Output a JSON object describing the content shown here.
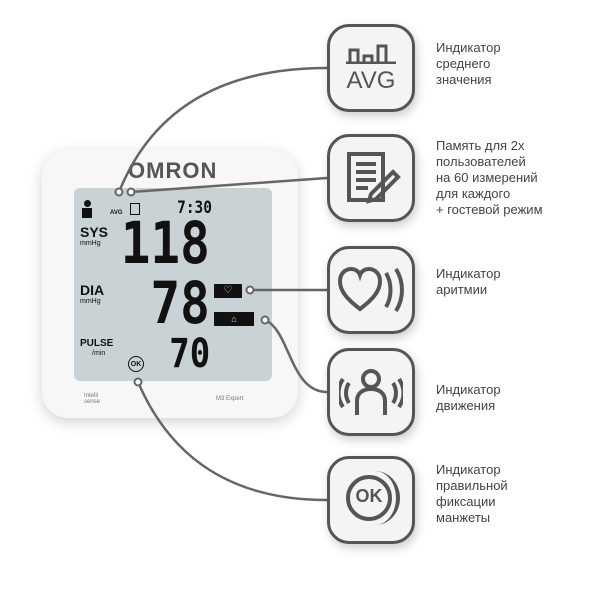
{
  "device": {
    "brand": "OMRON",
    "time": "7:30",
    "sys_label": "SYS",
    "sys_unit": "mmHg",
    "sys_value": "118",
    "dia_label": "DIA",
    "dia_unit": "mmHg",
    "dia_value": "78",
    "pulse_label": "PULSE",
    "pulse_unit": "/min",
    "pulse_value": "70",
    "avg_small": "AVG",
    "ok_small": "OK",
    "intelli": "Intelli sense",
    "model": "M3 Expert"
  },
  "features": [
    {
      "icon": "avg-icon",
      "icon_text": "AVG",
      "caption": [
        "Индикатор",
        "среднего",
        "значения"
      ]
    },
    {
      "icon": "memory-note-icon",
      "caption": [
        "Память для 2х",
        "пользователей",
        "на 60 измерений",
        "для каждого",
        "+ гостевой режим"
      ]
    },
    {
      "icon": "arrhythmia-heart-icon",
      "caption": [
        "Индикатор",
        "аритмии"
      ]
    },
    {
      "icon": "movement-person-icon",
      "caption": [
        "Индикатор",
        "движения"
      ]
    },
    {
      "icon": "cuff-ok-icon",
      "icon_text": "OK",
      "caption": [
        "Индикатор",
        "правильной",
        "фиксации",
        "манжеты"
      ]
    }
  ],
  "colors": {
    "line": "#666666",
    "lcd": "#c9d3d5"
  }
}
